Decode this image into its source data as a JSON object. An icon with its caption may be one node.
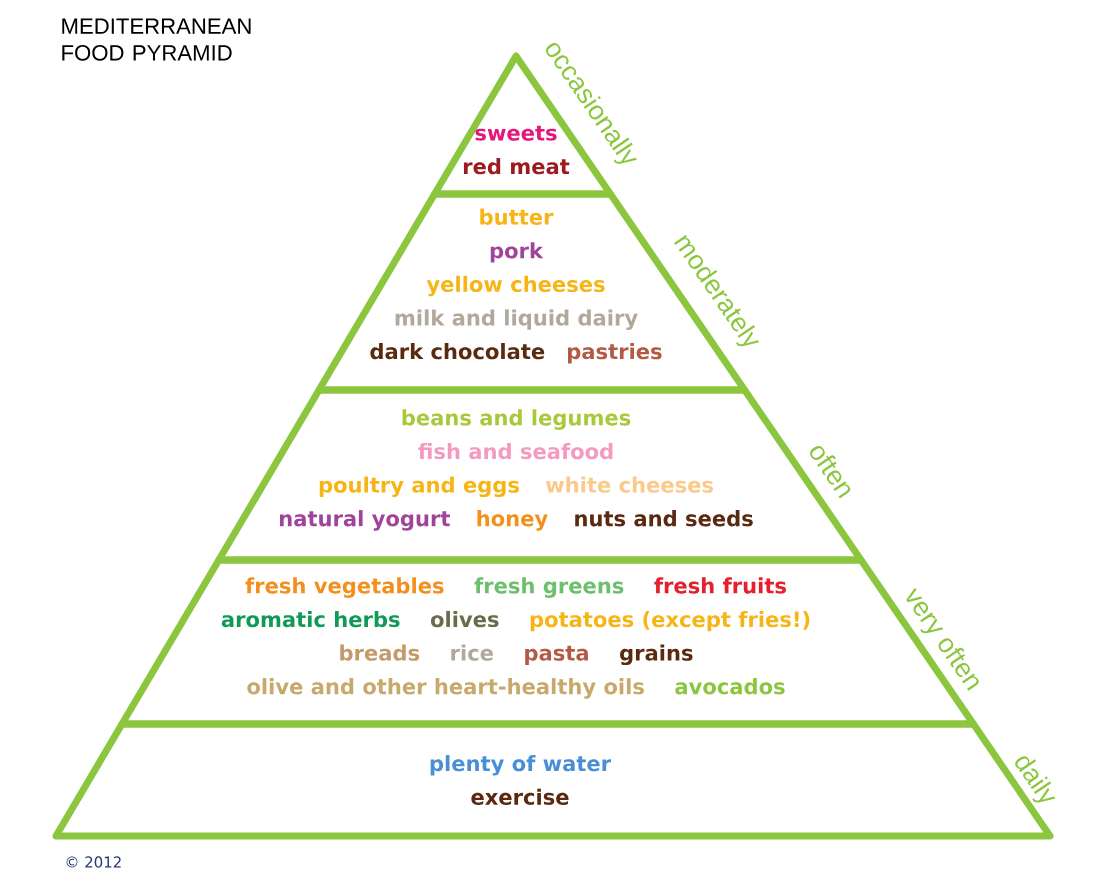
{
  "diagram": {
    "title": "MEDITERRANEAN FOOD PYRAMID",
    "nodes": [
      {
        "text": [
          "sweets",
          "red meat"
        ],
        "beside": [
          "occasionally"
        ]
      },
      {
        "text": [
          "butter",
          "pork",
          "yellow cheeses",
          "milk and liquid dairy",
          "dark chocolate",
          "pastries"
        ],
        "beside": [
          "moderately"
        ]
      },
      {
        "text": [
          "beans and legumes",
          "fish and seafood",
          "poultry and eggs",
          "white cheeses",
          "natural yogurt",
          "honey",
          "nuts and seeds"
        ],
        "beside": [
          "often"
        ]
      },
      {
        "text": [
          "fresh vegetables",
          "fresh greens",
          "fresh fruits",
          "aromatic herbs",
          "olives",
          "potatoes (except fries!)",
          "breads",
          "rice",
          "pasta",
          "grains",
          "olive and other heart-healthy oils",
          "avocados"
        ],
        "beside": [
          "very often"
        ]
      },
      {
        "text": [
          "plenty of water",
          "exercise"
        ],
        "beside": [
          "daily"
        ]
      }
    ],
    "labels": [
      "© 2012"
    ]
  }
}
